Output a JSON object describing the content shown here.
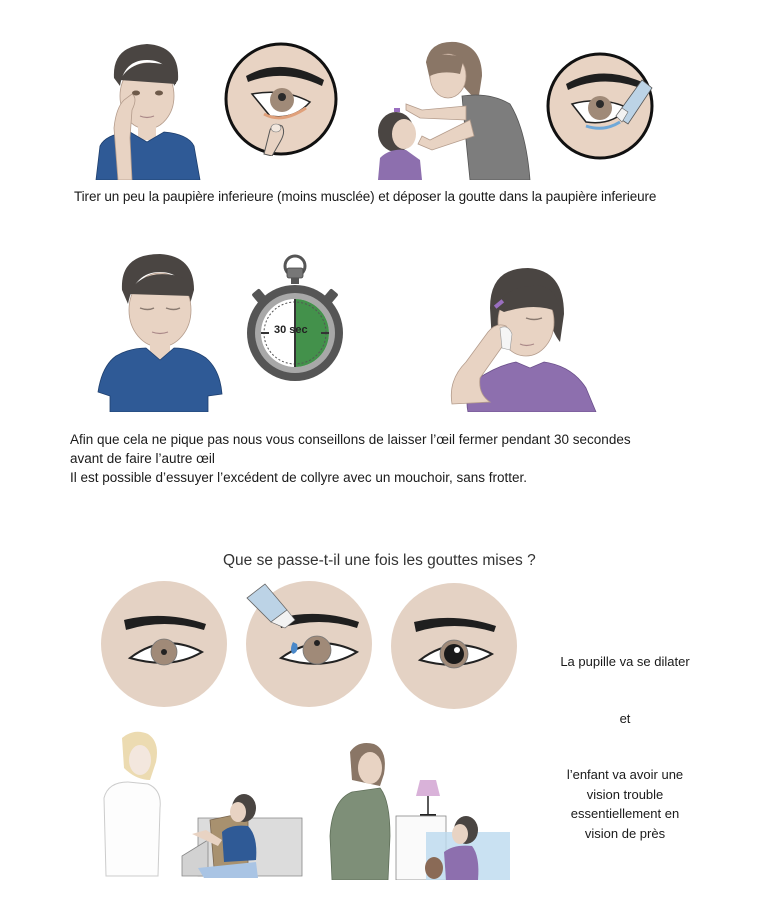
{
  "section1": {
    "caption": "Tirer un peu la paupière inferieure (moins musclée) et déposer la goutte dans la paupière inferieure",
    "illustrations": [
      "boy-pulling-eyelid",
      "eye-closeup-finger-eyelid",
      "mother-putting-drops-girl",
      "eye-closeup-dropper"
    ]
  },
  "section2": {
    "stopwatch_label": "30 sec",
    "lines": [
      "Afin que cela ne pique pas nous vous conseillons de laisser l’œil fermer pendant 30 secondes",
      "avant de faire l’autre œil",
      "Il est possible d’essuyer l’excédent de collyre avec un mouchoir, sans frotter."
    ],
    "illustrations": [
      "boy-eyes-closed",
      "stopwatch-30-sec",
      "girl-wiping-eye-tissue"
    ]
  },
  "section3": {
    "heading": "Que se passe-t-il une fois les gouttes mises ?",
    "side_text": {
      "line1": "La pupille va se dilater",
      "line2": "et",
      "line3": [
        "l’enfant va avoir une",
        "vision trouble",
        "essentiellement en",
        "vision de près"
      ]
    },
    "illustrations": [
      "eye-normal-pupil",
      "eye-receiving-drop",
      "eye-dilated-pupil",
      "adult-and-boy-on-sofa",
      "mother-and-girl-in-bed"
    ]
  },
  "colors": {
    "skin": "#e8d3c3",
    "eye_circle": "#e4d2c4",
    "iris": "#a08a78",
    "brow": "#1f1f1f",
    "boy_shirt": "#2f5a96",
    "girl_shirt": "#8d6fae",
    "mother_shirt": "#7d7d7d",
    "timer_green": "#43914b",
    "hair_dark": "#4a4542"
  }
}
